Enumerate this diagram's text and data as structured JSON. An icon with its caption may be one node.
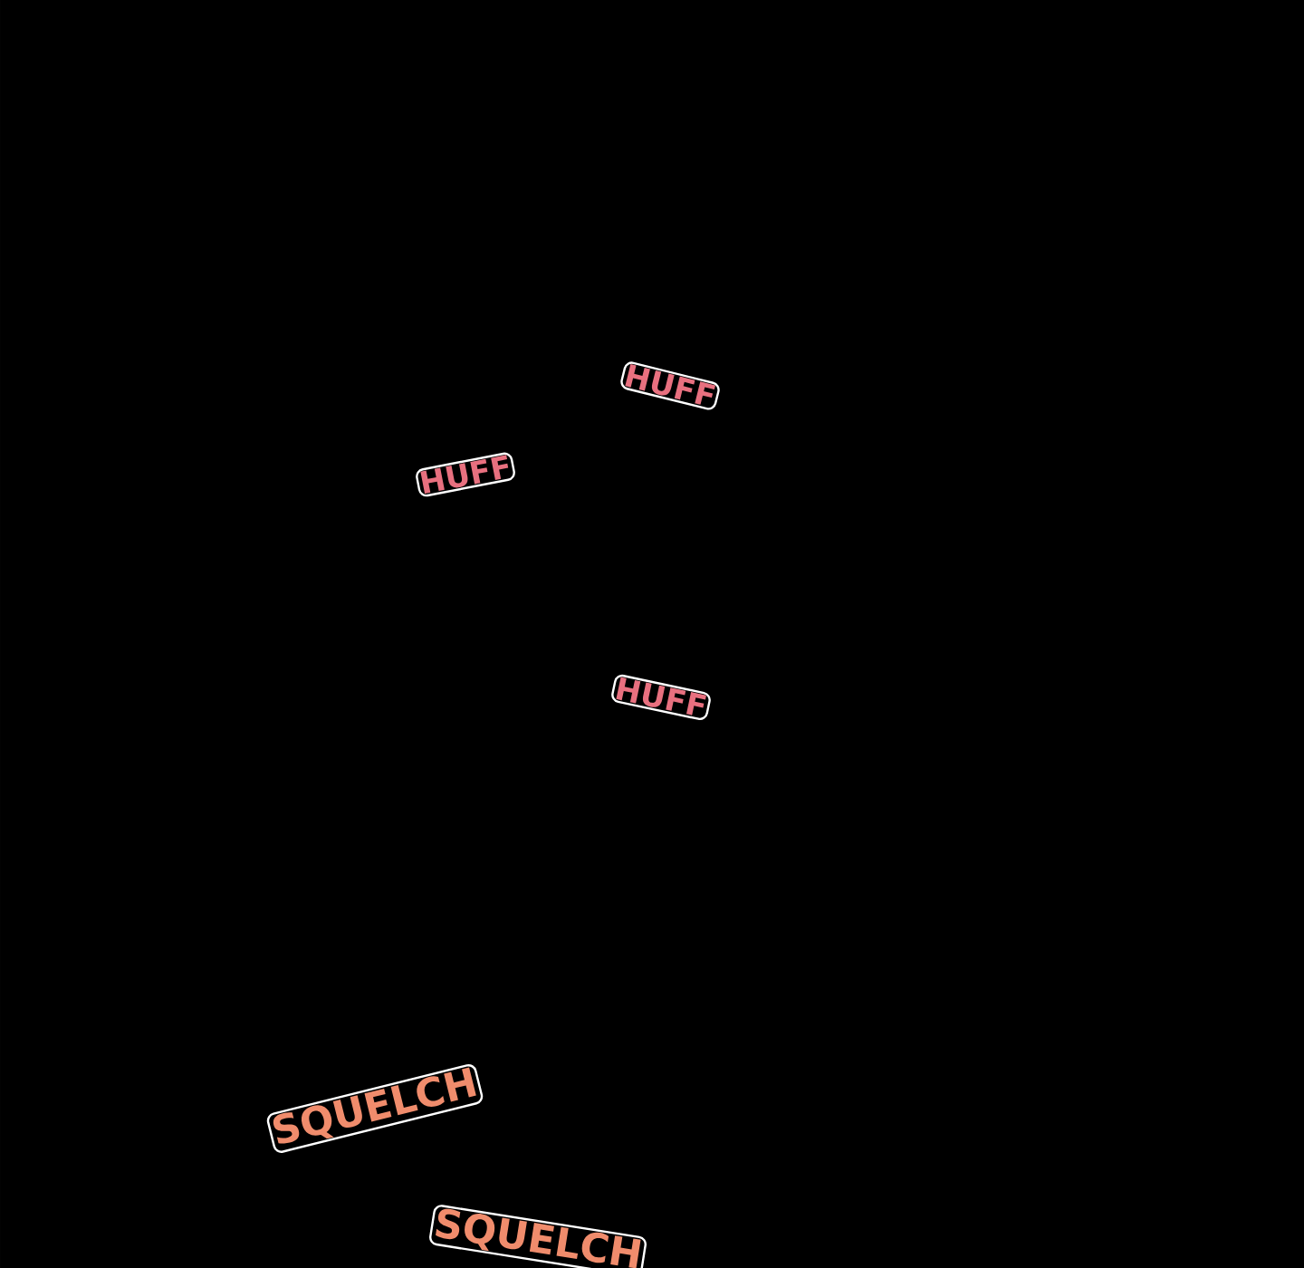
{
  "diagram": {
    "labels": [
      "HUFF",
      "HUFF",
      "HUFF",
      "SQUELCH",
      "SQUELCH"
    ]
  }
}
